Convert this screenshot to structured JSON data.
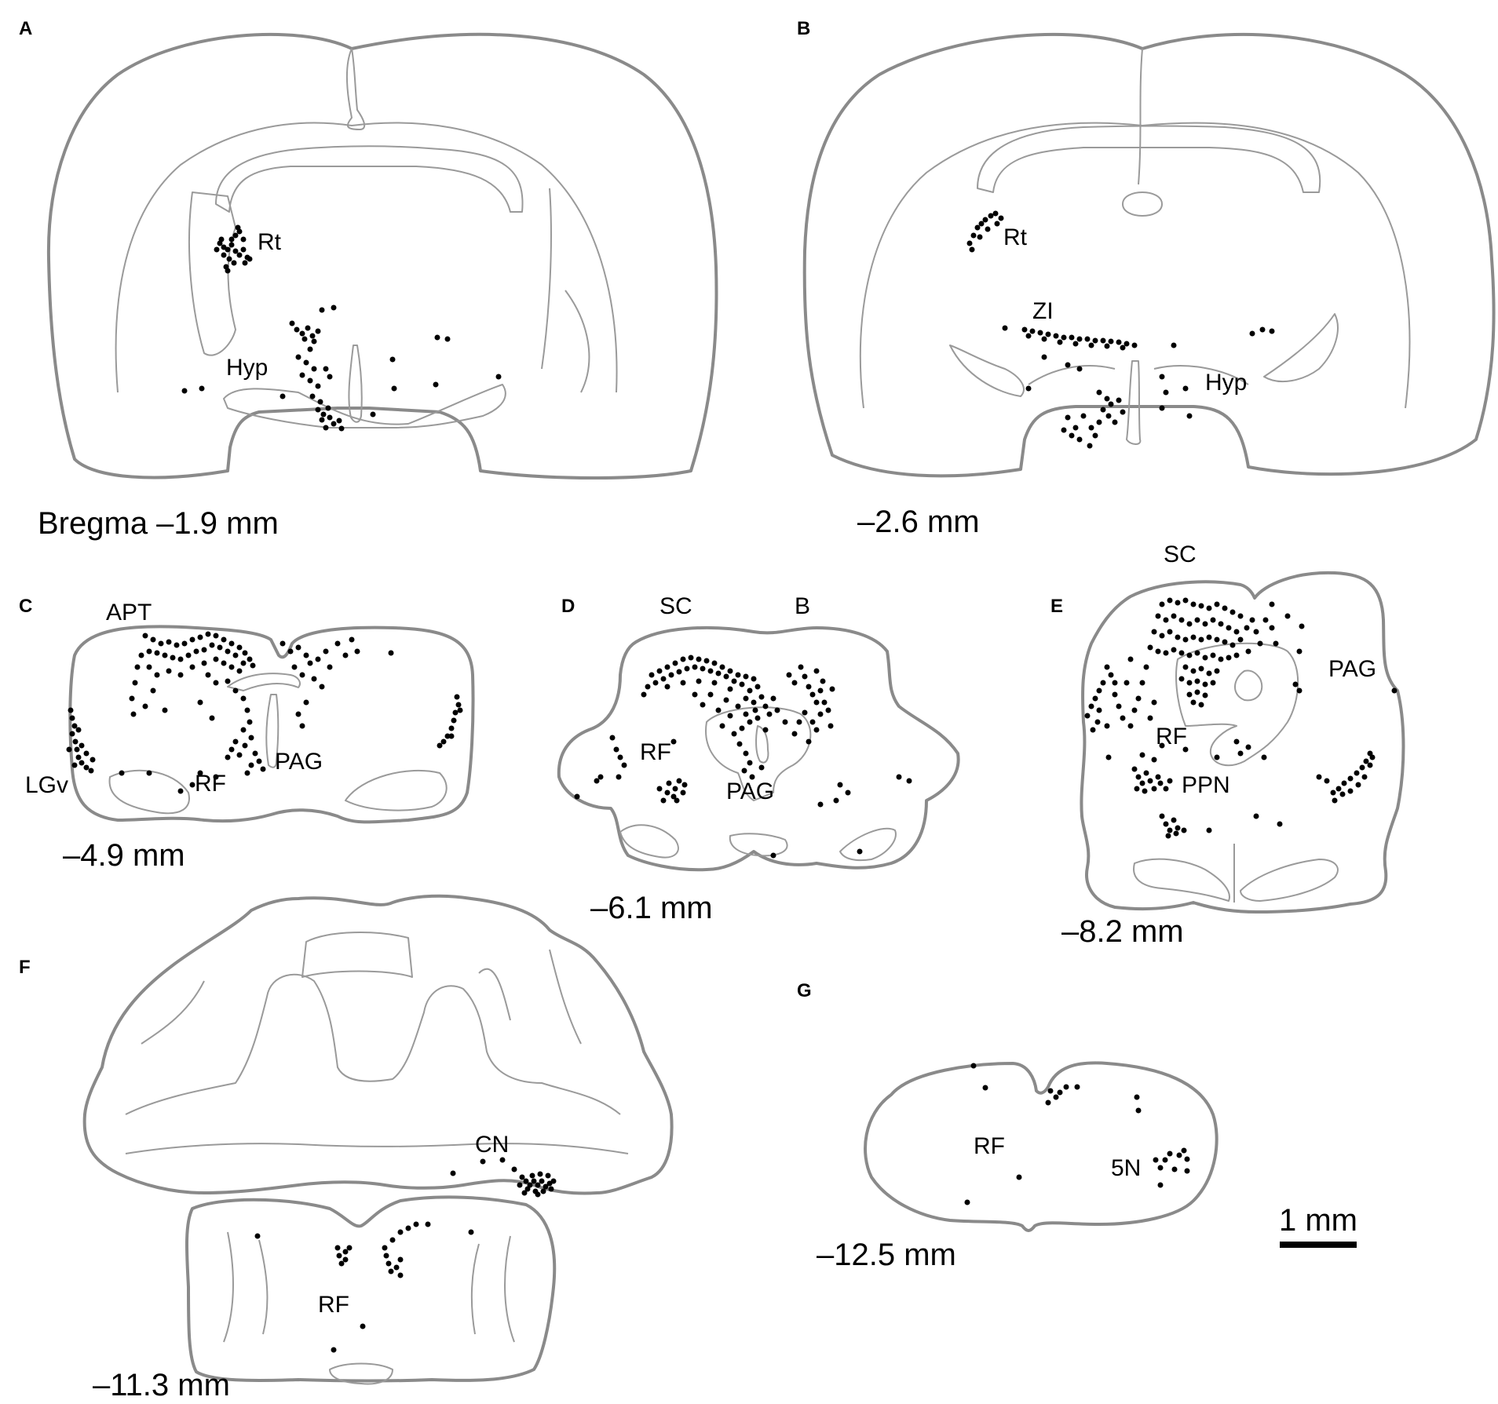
{
  "panels": [
    {
      "letter": "A",
      "level": "Bregma –1.9 mm",
      "regions": [
        "Rt",
        "Hyp"
      ]
    },
    {
      "letter": "B",
      "level": "–2.6 mm",
      "regions": [
        "Rt",
        "ZI",
        "Hyp"
      ]
    },
    {
      "letter": "C",
      "level": "–4.9 mm",
      "regions": [
        "APT",
        "LGv",
        "RF",
        "PAG"
      ]
    },
    {
      "letter": "D",
      "level": "–6.1 mm",
      "regions": [
        "SC",
        "B",
        "RF",
        "PAG"
      ]
    },
    {
      "letter": "E",
      "level": "–8.2 mm",
      "regions": [
        "SC",
        "PAG",
        "RF",
        "PPN"
      ]
    },
    {
      "letter": "F",
      "level": "–11.3 mm",
      "regions": [
        "CN",
        "RF"
      ]
    },
    {
      "letter": "G",
      "level": "–12.5 mm",
      "regions": [
        "RF",
        "5N"
      ]
    }
  ],
  "scale_bar": {
    "label": "1 mm"
  }
}
